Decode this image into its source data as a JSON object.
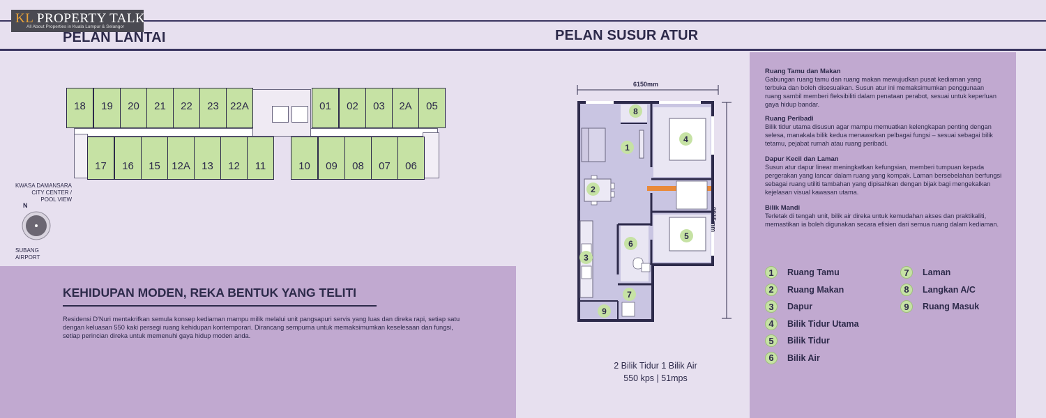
{
  "logo": {
    "brand_kl": "KL",
    "brand_rest": " PROPERTY TALK",
    "tagline": "All About Properties in Kuala Lumpur & Selangor"
  },
  "headings": {
    "floor_plan": "PELAN LANTAI",
    "layout_plan": "PELAN SUSUR ATUR"
  },
  "floor_units_top": [
    "18",
    "19",
    "20",
    "21",
    "22",
    "23",
    "22A",
    "01",
    "02",
    "03",
    "2A",
    "05"
  ],
  "floor_units_bottom": [
    "17",
    "16",
    "15",
    "12A",
    "13",
    "12",
    "11",
    "10",
    "09",
    "08",
    "07",
    "06"
  ],
  "compass": {
    "top_label": "KWASA DAMANSARA\nCITY CENTER /\nPOOL VIEW",
    "bottom_label": "SUBANG\nAIRPORT",
    "north": "N"
  },
  "intro": {
    "title": "KEHIDUPAN MODEN, REKA BENTUK YANG TELITI",
    "body": "Residensi D'Nuri mentakrifkan semula konsep kediaman mampu milik melalui unit pangsapuri servis yang luas dan direka rapi, setiap satu dengan keluasan 550 kaki persegi ruang kehidupan kontemporari. Dirancang sempurna untuk memaksimumkan keselesaan dan fungsi, setiap perincian direka untuk memenuhi gaya hidup moden anda."
  },
  "unit_plan": {
    "width_dim": "6150mm",
    "height_dim": "9815mm",
    "caption_line1": "2 Bilik Tidur 1 Bilik Air",
    "caption_line2": "550 kps | 51mps",
    "rooms": [
      "1",
      "2",
      "3",
      "4",
      "5",
      "6",
      "7",
      "8",
      "9"
    ]
  },
  "sections": [
    {
      "title": "Ruang Tamu dan Makan",
      "body": "Gabungan ruang tamu dan ruang makan mewujudkan pusat kediaman yang terbuka dan boleh disesuaikan. Susun atur ini memaksimumkan penggunaan ruang sambil memberi fleksibiliti dalam penataan perabot, sesuai untuk keperluan gaya hidup bandar."
    },
    {
      "title": "Ruang Peribadi",
      "body": "Bilik tidur utama disusun agar mampu memuatkan kelengkapan penting dengan selesa, manakala bilik kedua menawarkan pelbagai fungsi – sesuai sebagai bilik tetamu, pejabat rumah atau ruang peribadi."
    },
    {
      "title": "Dapur Kecil dan Laman",
      "body": "Susun atur dapur linear meningkatkan kefungsian, memberi tumpuan kepada pergerakan yang lancar dalam ruang yang kompak. Laman bersebelahan berfungsi sebagai ruang utiliti tambahan yang dipisahkan dengan bijak bagi mengekalkan kejelasan visual kawasan utama."
    },
    {
      "title": "Bilik Mandi",
      "body": "Terletak di tengah unit, bilik air direka untuk kemudahan akses dan praktikaliti, memastikan ia boleh digunakan secara efisien dari semua ruang dalam kediaman."
    }
  ],
  "legend": [
    {
      "num": "1",
      "label": "Ruang Tamu"
    },
    {
      "num": "2",
      "label": "Ruang Makan"
    },
    {
      "num": "3",
      "label": "Dapur"
    },
    {
      "num": "4",
      "label": "Bilik Tidur Utama"
    },
    {
      "num": "5",
      "label": "Bilik Tidur"
    },
    {
      "num": "6",
      "label": "Bilik Air"
    },
    {
      "num": "7",
      "label": "Laman"
    },
    {
      "num": "8",
      "label": "Langkan A/C"
    },
    {
      "num": "9",
      "label": "Ruang Masuk"
    }
  ],
  "colors": {
    "background": "#e7e0ef",
    "panel": "#c1a9d0",
    "unit_green": "#c6e2a4",
    "text": "#2d2a4a",
    "accent_orange": "#e98a3a"
  }
}
